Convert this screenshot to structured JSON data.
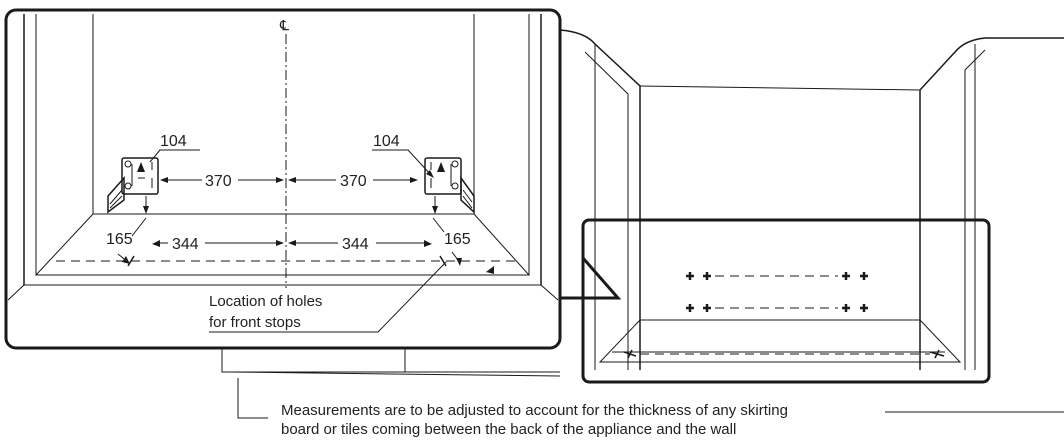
{
  "diagram": {
    "centerline_symbol": "℄",
    "left_view": {
      "bracket_label_left": "104",
      "bracket_label_right": "104",
      "dim_upper_left": "370",
      "dim_upper_right": "370",
      "dim_lower_left": "344",
      "dim_lower_right": "344",
      "dim_side_left": "165",
      "dim_side_right": "165",
      "holes_label_line1": "Location of holes",
      "holes_label_line2": "for front stops"
    },
    "note": {
      "line1": "Measurements are to be adjusted to account for the thickness of any skirting",
      "line2": "board or tiles coming between the back of the appliance and the wall"
    },
    "colors": {
      "line": "#1a1a1a",
      "background": "#ffffff"
    }
  }
}
